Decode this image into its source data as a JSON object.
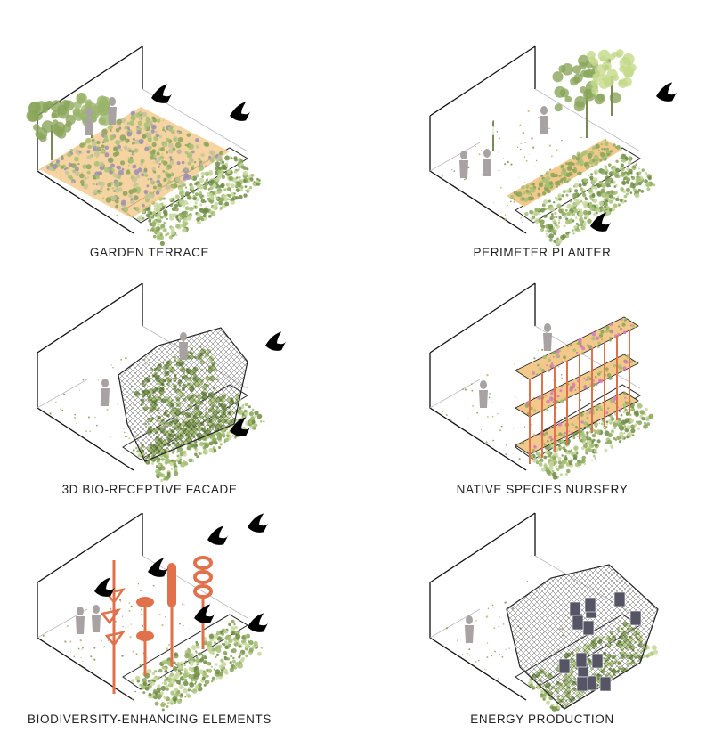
{
  "colors": {
    "green": "#8aa55a",
    "light_green": "#b9cf83",
    "sand": "#f2c98a",
    "orange": "#e0714a",
    "person": "#a8a2a2",
    "bird": "#000000",
    "panel_dark": "#555566"
  },
  "panels": [
    {
      "caption": "GARDEN TERRACE",
      "icon": "garden-terrace-illustration"
    },
    {
      "caption": "PERIMETER PLANTER",
      "icon": "perimeter-planter-illustration"
    },
    {
      "caption": "3D BIO-RECEPTIVE FACADE",
      "icon": "bio-receptive-facade-illustration"
    },
    {
      "caption": "NATIVE SPECIES NURSERY",
      "icon": "native-species-nursery-illustration"
    },
    {
      "caption": "BIODIVERSITY-ENHANCING ELEMENTS",
      "icon": "biodiversity-elements-illustration"
    },
    {
      "caption": "ENERGY PRODUCTION",
      "icon": "energy-production-illustration"
    }
  ]
}
